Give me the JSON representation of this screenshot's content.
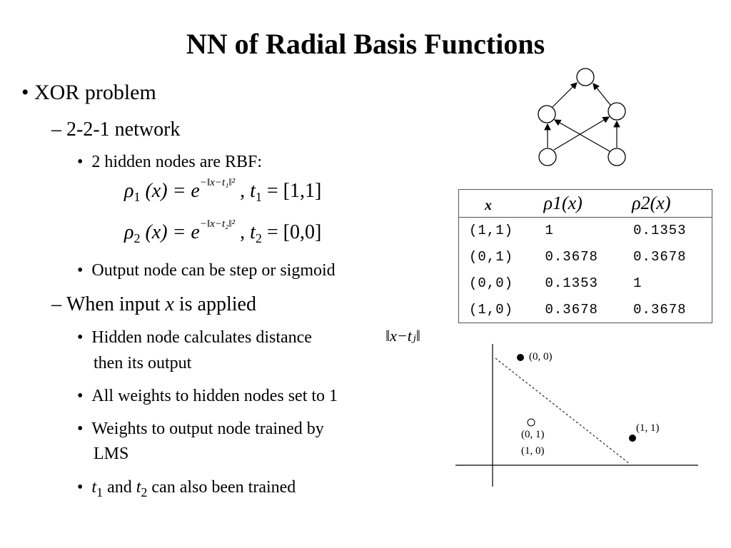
{
  "slide": {
    "title": "NN of Radial Basis Functions",
    "bullets": {
      "b1": "XOR problem",
      "b1_1": "2-2-1 network",
      "b1_1_1": "2 hidden nodes are RBF:",
      "b1_1_2": "Output node can be step or sigmoid",
      "b1_2_pre": "When input ",
      "b1_2_var": "x",
      "b1_2_post": " is applied",
      "b1_2_1_a": "Hidden node calculates distance",
      "b1_2_1_b": "then its output",
      "b1_2_2": "All weights to hidden nodes set to 1",
      "b1_2_3_a": "Weights to output node trained by",
      "b1_2_3_b": "LMS",
      "b1_2_4_t": "t",
      "b1_2_4_1": "1",
      "b1_2_4_and": " and ",
      "b1_2_4_2": "2",
      "b1_2_4_post": " can also been trained"
    },
    "bullet_chars": {
      "dot": "•",
      "dash": "–"
    }
  },
  "formulas": {
    "f1": {
      "rho": "ρ",
      "index": "1",
      "arg": "(x) = e",
      "exp": "−‖x−t₁‖²",
      "t_var": "t",
      "t_index": "1",
      "t_value": "= [1,1]"
    },
    "f2": {
      "rho": "ρ",
      "index": "2",
      "arg": "(x) = e",
      "exp": "−‖x−t₂‖²",
      "t_var": "t",
      "t_index": "2",
      "t_value": "= [0,0]"
    },
    "distance": "‖x−tⱼ‖"
  },
  "table": {
    "headers": [
      "x",
      "ρ1(x)",
      "ρ2(x)"
    ],
    "rows": [
      [
        "(1,1)",
        "1",
        "0.1353"
      ],
      [
        "(0,1)",
        "0.3678",
        "0.3678"
      ],
      [
        "(0,0)",
        "0.1353",
        "1"
      ],
      [
        "(1,0)",
        "0.3678",
        "0.3678"
      ]
    ]
  },
  "plot": {
    "points": [
      {
        "label": "(0, 0)",
        "filled": true
      },
      {
        "label": "(1, 1)",
        "filled": true
      },
      {
        "label_a": "(0, 1)",
        "label_b": "(1, 0)",
        "filled": false
      }
    ]
  }
}
